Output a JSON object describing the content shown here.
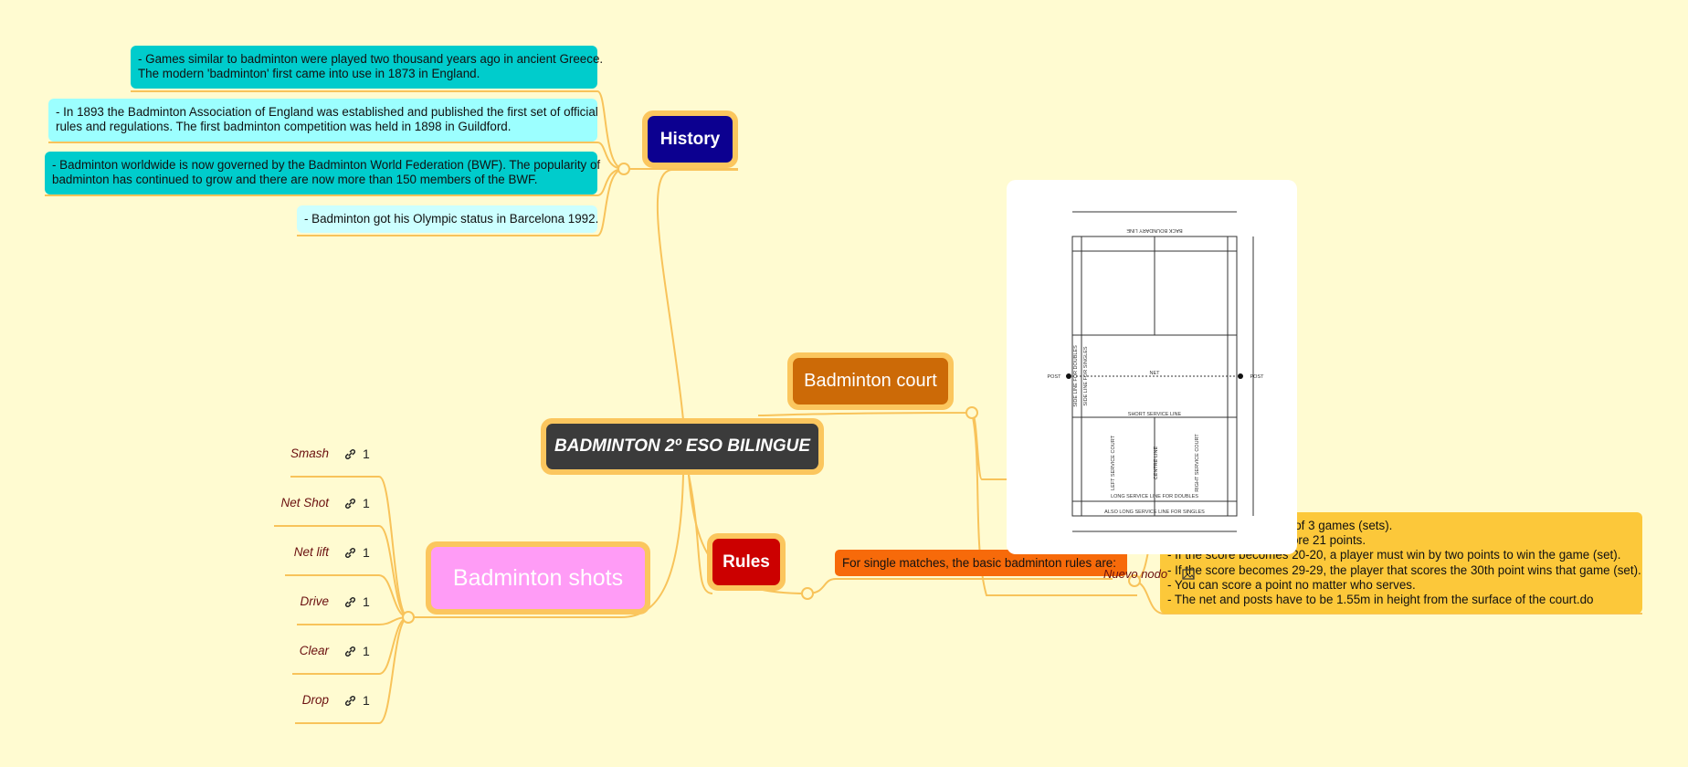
{
  "map": {
    "central": "BADMINTON 2º ESO BILINGUE",
    "history": {
      "label": "History",
      "facts": [
        "- Games similar to badminton were played two thousand years ago in ancient Greece.\nThe modern 'badminton' first came into use in 1873 in England.",
        "- In 1893 the Badminton Association of England was established and published the first set of official\nrules and regulations. The first badminton competition was held in 1898 in Guildford.",
        "- Badminton worldwide is now governed by the Badminton World Federation (BWF). The popularity of\nbadminton has continued to grow and there are now more than 150 members of the BWF.",
        "- Badminton got his Olympic status in Barcelona 1992."
      ]
    },
    "court": {
      "label": "Badminton court",
      "image_labels": [
        "BACK BOUNDARY LINE",
        "LONG SERVICE LINE FOR DOUBLES",
        "SHORT SERVICE LINE",
        "NET",
        "POST",
        "CENTRE LINE",
        "RIGHT SERVICE COURT",
        "LEFT SERVICE COURT",
        "SIDE LINE FOR SINGLES",
        "SIDE LINE FOR DOUBLES",
        "ALSO LONG SERVICE LINE FOR SINGLES"
      ]
    },
    "rules": {
      "label": "Rules",
      "main": "For single matches, the basic badminton rules are:",
      "nuevo": "Nuevo nodo",
      "details": "- You have to win 2 out of 3 games (sets).\n- To win you have to score 21 points.\n- If the score becomes 20-20, a player must win by two points to win the game (set).\n- If the score becomes 29-29, the player that scores the 30th point wins that game (set).\n- You can score a point no matter who serves.\n- The net and posts have to be 1.55m in height from the surface of the court.do"
    },
    "shots": {
      "label": "Badminton shots",
      "items": [
        {
          "label": "Smash",
          "links": "1"
        },
        {
          "label": "Net Shot",
          "links": "1"
        },
        {
          "label": "Net lift",
          "links": "1"
        },
        {
          "label": "Drive",
          "links": "1"
        },
        {
          "label": "Clear",
          "links": "1"
        },
        {
          "label": "Drop",
          "links": "1"
        }
      ]
    }
  },
  "colors": {
    "background": "#fffbd1",
    "connector": "#f8c35a",
    "central": "#3b3b3b",
    "history": "#0c0090",
    "court": "#cc6a07",
    "rules": "#cc0000",
    "shots": "#ff9cf6",
    "fact_dark": "#00cccc",
    "fact_light": "#9cffff",
    "rule_main": "#f76a0a",
    "rule_detail": "#fcc83a"
  }
}
